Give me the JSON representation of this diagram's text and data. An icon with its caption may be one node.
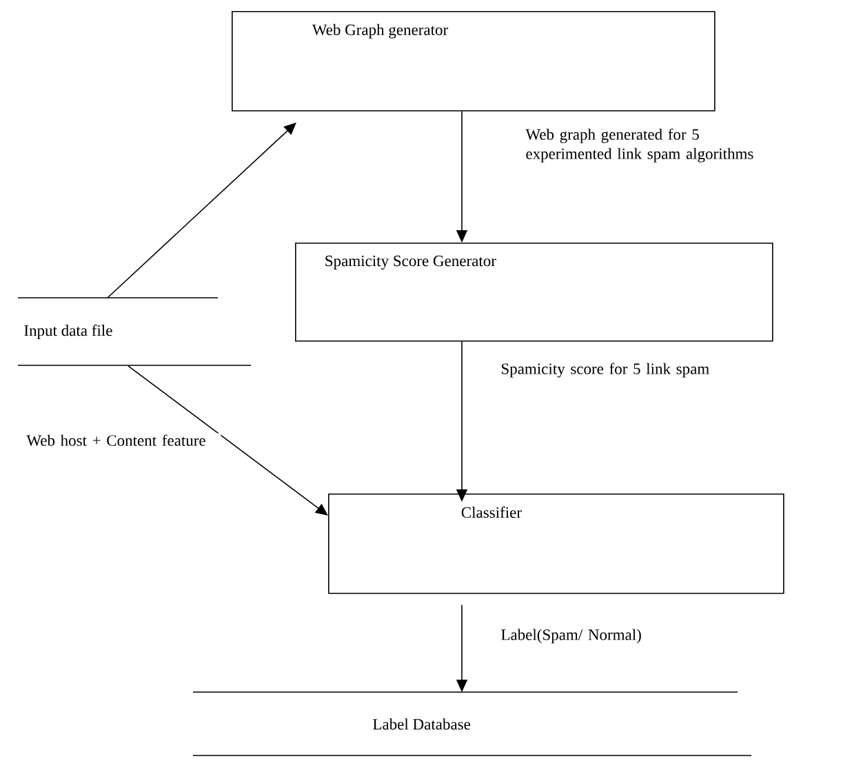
{
  "diagram": {
    "nodes": [
      {
        "text": [
          "Web Graph generator"
        ]
      },
      {
        "text": [
          "Input data file"
        ]
      },
      {
        "text": [
          "Spamicity Score Generator"
        ]
      },
      {
        "text": [
          "Classifier"
        ]
      },
      {
        "text": [
          "Label Database"
        ]
      }
    ],
    "edges": [
      {
        "from": 1,
        "to": 0,
        "arrow": "to"
      },
      {
        "from": 0,
        "to": 2,
        "arrow": "to",
        "label": "Web graph generated for 5 experimented link spam algorithms"
      },
      {
        "from": 2,
        "to": 3,
        "arrow": "to",
        "label": "Spamicity score for 5 link spam"
      },
      {
        "from": 1,
        "to": 3,
        "arrow": "to",
        "label": "Web host + Content feature"
      },
      {
        "from": 3,
        "to": 4,
        "arrow": "to",
        "label": "Label(Spam/ Normal)"
      }
    ]
  }
}
